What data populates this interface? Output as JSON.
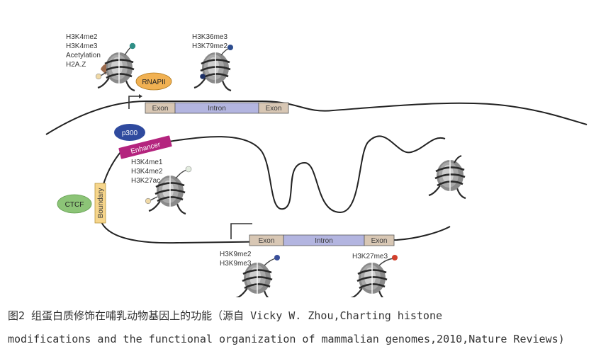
{
  "diagram": {
    "marks_top_left": [
      "H3K4me2",
      "H3K4me3",
      "Acetylation",
      "H2A.Z"
    ],
    "marks_top_center": [
      "H3K36me3",
      "H3K79me2"
    ],
    "marks_enhancer": [
      "H3K4me1",
      "H3K4me2",
      "H3K27ac"
    ],
    "marks_bottom_left": [
      "H3K9me2",
      "H3K9me3"
    ],
    "marks_bottom_right": [
      "H3K27me3"
    ],
    "rnapii": "RNAPII",
    "p300": "p300",
    "enhancer": "Enhancer",
    "ctcf": "CTCF",
    "boundary": "Boundary",
    "gene_top": {
      "exon1": "Exon",
      "intron": "Intron",
      "exon2": "Exon"
    },
    "gene_bottom": {
      "exon1": "Exon",
      "intron": "Intron",
      "exon2": "Exon"
    },
    "colors": {
      "exon": "#d8c7b4",
      "intron": "#b3b5e0",
      "rnapii": "#f1b152",
      "p300": "#2f4a9e",
      "enhancer": "#b4247e",
      "ctcf": "#8cc477",
      "boundary": "#f6d58b",
      "histone": "#8c8c8c"
    }
  },
  "caption": {
    "line1": "图2 组蛋白质修饰在哺乳动物基因上的功能（源自 Vicky W. Zhou,Charting histone",
    "line2": "modifications and the functional organization of mammalian genomes,2010,Nature Reviews)"
  }
}
